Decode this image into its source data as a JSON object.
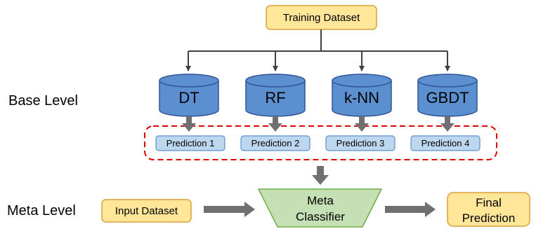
{
  "top": {
    "training_dataset": "Training Dataset"
  },
  "levels": {
    "base": "Base Level",
    "meta": "Meta Level"
  },
  "models": [
    "DT",
    "RF",
    "k-NN",
    "GBDT"
  ],
  "predictions": [
    "Prediction 1",
    "Prediction 2",
    "Prediction 3",
    "Prediction 4"
  ],
  "meta": {
    "input_dataset": "Input Dataset",
    "classifier_line1": "Meta",
    "classifier_line2": "Classifier"
  },
  "final": {
    "line1": "Final",
    "line2": "Prediction"
  },
  "colors": {
    "yellow_fill": "#FFE699",
    "orange_border": "#D6A23C",
    "cylinder_fill": "#5B8FD0",
    "cylinder_border": "#2F5597",
    "prediction_fill": "#BDD7EE",
    "prediction_border": "#5B8FD0",
    "dashed_border": "#E00000",
    "trapezoid_fill": "#C5E0B4",
    "trapezoid_border": "#70AD47",
    "arrow": "#707070",
    "connector": "#404040"
  }
}
